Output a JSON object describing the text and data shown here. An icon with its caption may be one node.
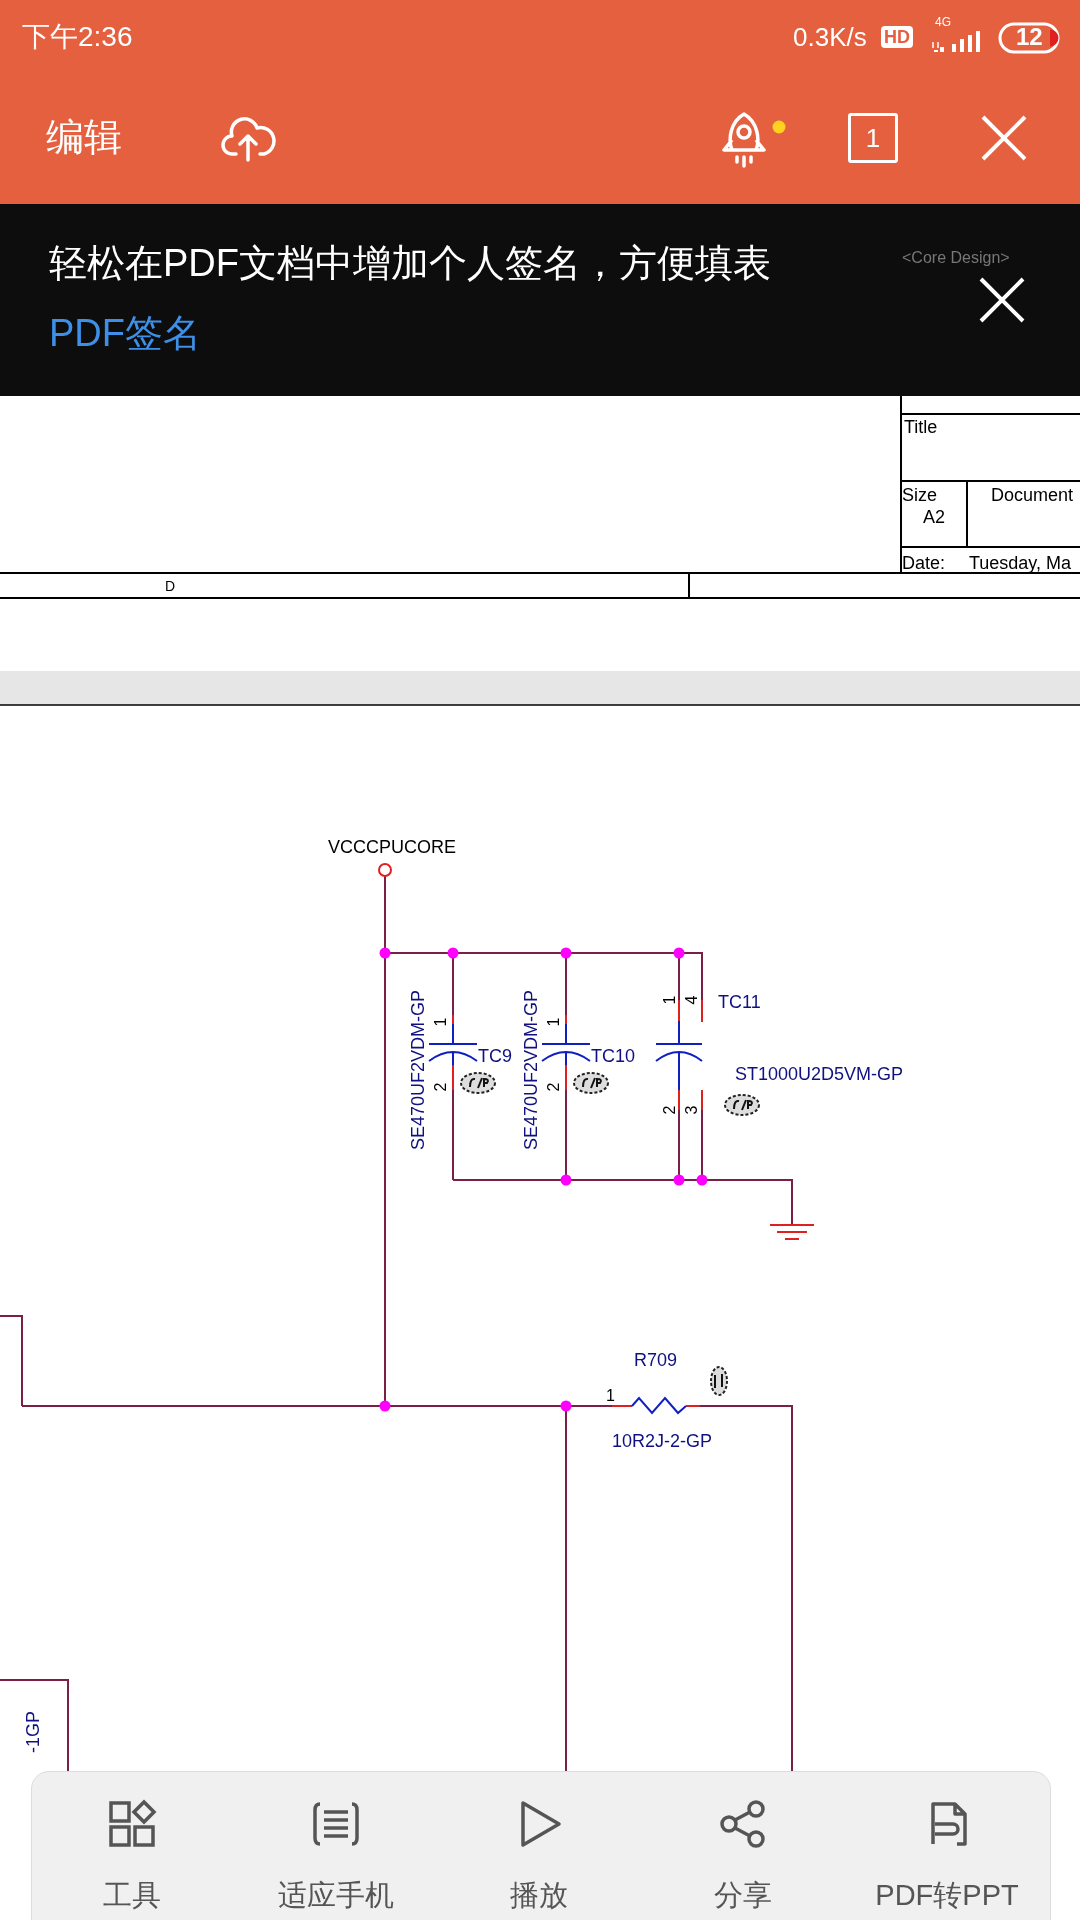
{
  "diagram": {
    "labels": [
      "下午2:36",
      "0.3K/s",
      "HD",
      "4G",
      "12",
      "编辑",
      "1",
      "轻松在PDF文档中增加个人签名，方便填表",
      "PDF签名",
      "<Core Design>",
      "Title",
      "Size",
      "A2",
      "Document",
      "Date:",
      "Tuesday, Ma",
      "D",
      "VCCCPUCORE",
      "SE470UF2VDM-GP",
      "1",
      "2",
      "TC9",
      "SE470UF2VDM-GP",
      "1",
      "2",
      "TC10",
      "1",
      "4",
      "TC11",
      "ST1000U2D5VM-GP",
      "2",
      "3",
      "R709",
      "1",
      "10R2J-2-GP",
      "-1GP",
      "工具",
      "适应手机",
      "播放",
      "分享",
      "PDF转PPT"
    ]
  }
}
